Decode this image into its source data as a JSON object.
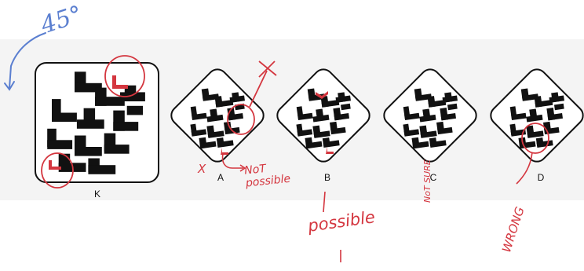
{
  "figure_labels": {
    "K": "K",
    "A": "A",
    "B": "B",
    "C": "C",
    "D": "D"
  },
  "annotations": {
    "rotation": "45°",
    "a_mark": "X",
    "a_note": "NoT possible",
    "b_note": "possible",
    "c_note": "NoT SURE",
    "d_note": "WRONG"
  },
  "colors": {
    "ink_blue": "#5b7fd0",
    "ink_red": "#d4363f",
    "piece": "#111111"
  }
}
